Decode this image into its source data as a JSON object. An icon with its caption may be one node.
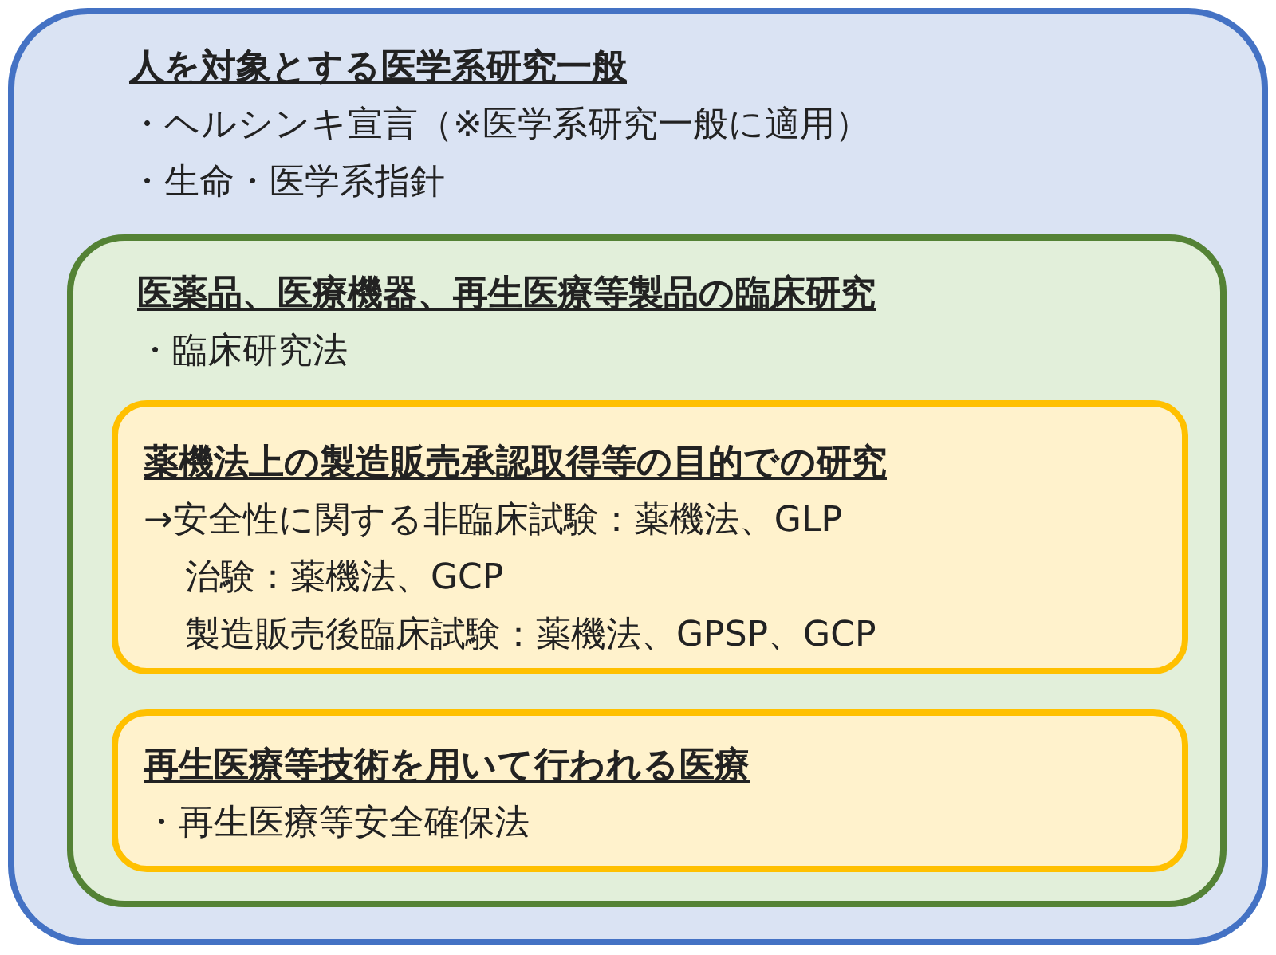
{
  "diagram": {
    "nodes": [
      {
        "text": [
          "人を対象とする医学系研究一般",
          "・ヘルシンキ宣言（※医学系研究一般に適用）",
          "・生命・医学系指針"
        ]
      },
      {
        "text": [
          "医薬品、医療機器、再生医療等製品の臨床研究",
          "・臨床研究法"
        ],
        "in": 0
      },
      {
        "text": [
          "薬機法上の製造販売承認取得等の目的での研究",
          "→安全性に関する非臨床試験：薬機法、GLP",
          "治験：薬機法、GCP",
          "製造販売後臨床試験：薬機法、GPSP、GCP"
        ],
        "in": 1
      },
      {
        "text": [
          "再生医療等技術を用いて行われる医療",
          "・再生医療等安全確保法"
        ],
        "in": 1
      }
    ]
  }
}
